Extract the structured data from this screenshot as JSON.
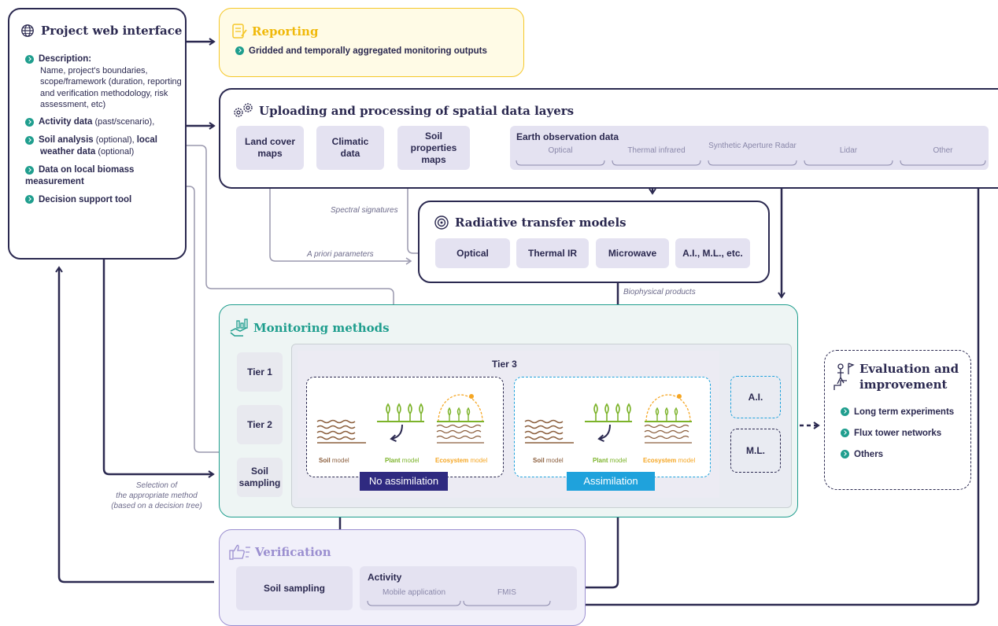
{
  "project": {
    "title": "Project web interface",
    "items": [
      {
        "bold": "Description:",
        "rest": "Name, project's boundaries, scope/framework (duration, reporting and verification methodology, risk assessment, etc)"
      },
      {
        "bold": "Activity data",
        "rest": " (past/scenario),"
      },
      {
        "bold": "Soil analysis",
        "rest": " (optional), ",
        "bold2": "local",
        "rest2": "weather data",
        "rest3": " (optional)"
      },
      {
        "bold": "Data on local biomass measurement",
        "rest": ""
      },
      {
        "bold": "Decision support tool",
        "rest": ""
      }
    ]
  },
  "reporting": {
    "title": "Reporting",
    "item": "Gridded and temporally aggregated monitoring outputs"
  },
  "uploading": {
    "title": "Uploading and processing of spatial data layers",
    "boxes": [
      "Land cover maps",
      "Climatic data",
      "Soil properties maps"
    ],
    "eo_title": "Earth observation data",
    "eo_items": [
      "Optical",
      "Thermal infrared",
      "Synthetic Aperture Radar",
      "Lidar",
      "Other"
    ]
  },
  "rtm": {
    "title": "Radiative transfer models",
    "boxes": [
      "Optical",
      "Thermal IR",
      "Microwave",
      "A.I., M.L., etc."
    ]
  },
  "labels": {
    "spectral": "Spectral signatures",
    "apriori": "A priori parameters",
    "biophysical": "Biophysical products",
    "selection_1": "Selection of",
    "selection_2": "the appropriate method",
    "selection_3": "(based on a decision tree)"
  },
  "monitoring": {
    "title": "Monitoring methods",
    "tiers": [
      "Tier 1",
      "Tier 2",
      "Soil sampling"
    ],
    "tier3": "Tier 3",
    "no_assim": "No assimilation",
    "assim": "Assimilation",
    "soil_1": "Soil",
    "soil_2": " model",
    "plant_1": "Plant",
    "plant_2": " model",
    "eco_1": "Ecosystem",
    "eco_2": " model",
    "ai": "A.I.",
    "ml": "M.L."
  },
  "evaluation": {
    "title1": "Evaluation and",
    "title2": "improvement",
    "items": [
      "Long term experiments",
      "Flux tower networks",
      "Others"
    ]
  },
  "verification": {
    "title": "Verification",
    "soil": "Soil sampling",
    "activity": "Activity",
    "activity_items": [
      "Mobile application",
      "FMIS"
    ]
  },
  "colors": {
    "navy": "#2b2950",
    "teal": "#1f9e8e",
    "yellow": "#f5c728",
    "purple": "#9b8fd0",
    "blue": "#1fa2dc"
  }
}
